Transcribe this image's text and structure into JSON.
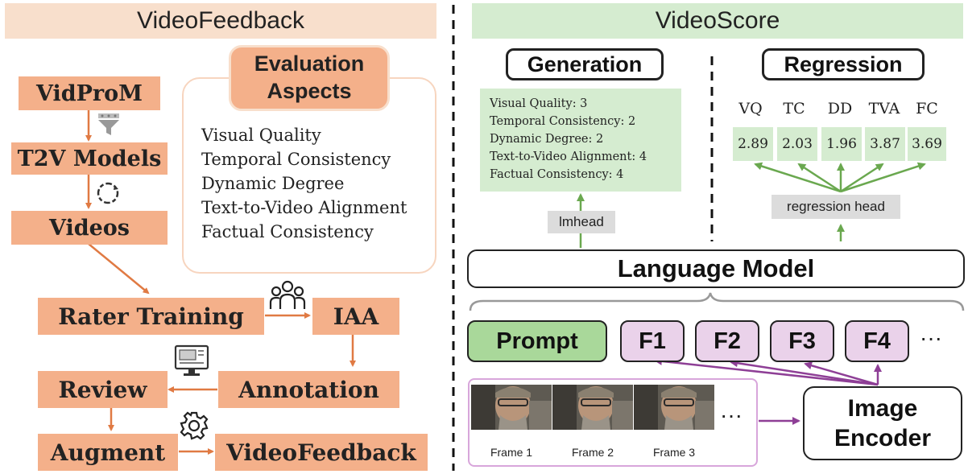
{
  "left": {
    "header": "VideoFeedback",
    "nodes": {
      "vidprom": "VidProM",
      "t2v_models": "T2V Models",
      "videos": "Videos",
      "rater_training": "Rater Training",
      "iaa": "IAA",
      "annotation": "Annotation",
      "review": "Review",
      "augment": "Augment",
      "videofeedback": "VideoFeedback"
    },
    "evaluation": {
      "title_line1": "Evaluation",
      "title_line2": "Aspects",
      "aspects": [
        "Visual Quality",
        "Temporal Consistency",
        "Dynamic Degree",
        "Text-to-Video Alignment",
        "Factual Consistency"
      ]
    }
  },
  "right": {
    "header": "VideoScore",
    "generation": {
      "title": "Generation",
      "output": [
        "Visual Quality: 3",
        "Temporal Consistency: 2",
        "Dynamic Degree: 2",
        "Text-to-Video Alignment: 4",
        "Factual Consistency: 4"
      ],
      "head_label": "lmhead"
    },
    "regression": {
      "title": "Regression",
      "abbreviations": [
        "VQ",
        "TC",
        "DD",
        "TVA",
        "FC"
      ],
      "scores": [
        "2.89",
        "2.03",
        "1.96",
        "3.87",
        "3.69"
      ],
      "head_label": "regression head"
    },
    "language_model": "Language Model",
    "prompt": "Prompt",
    "features": [
      "F1",
      "F2",
      "F3",
      "F4"
    ],
    "features_ellipsis": "···",
    "frames": [
      "Frame 1",
      "Frame 2",
      "Frame 3"
    ],
    "frames_ellipsis": "···",
    "image_encoder_line1": "Image",
    "image_encoder_line2": "Encoder"
  },
  "colors": {
    "orange_box": "#f4b08a",
    "orange_arrow": "#e07a43",
    "green_box": "#d5ecd0",
    "green_arrow": "#6aa84f",
    "purple_box": "#ead2ea",
    "purple_arrow": "#8e3f96",
    "gray_label": "#dcdcdc"
  },
  "icons": [
    "filter-icon",
    "cycle-icon",
    "team-icon",
    "monitor-icon",
    "gear-icon"
  ]
}
